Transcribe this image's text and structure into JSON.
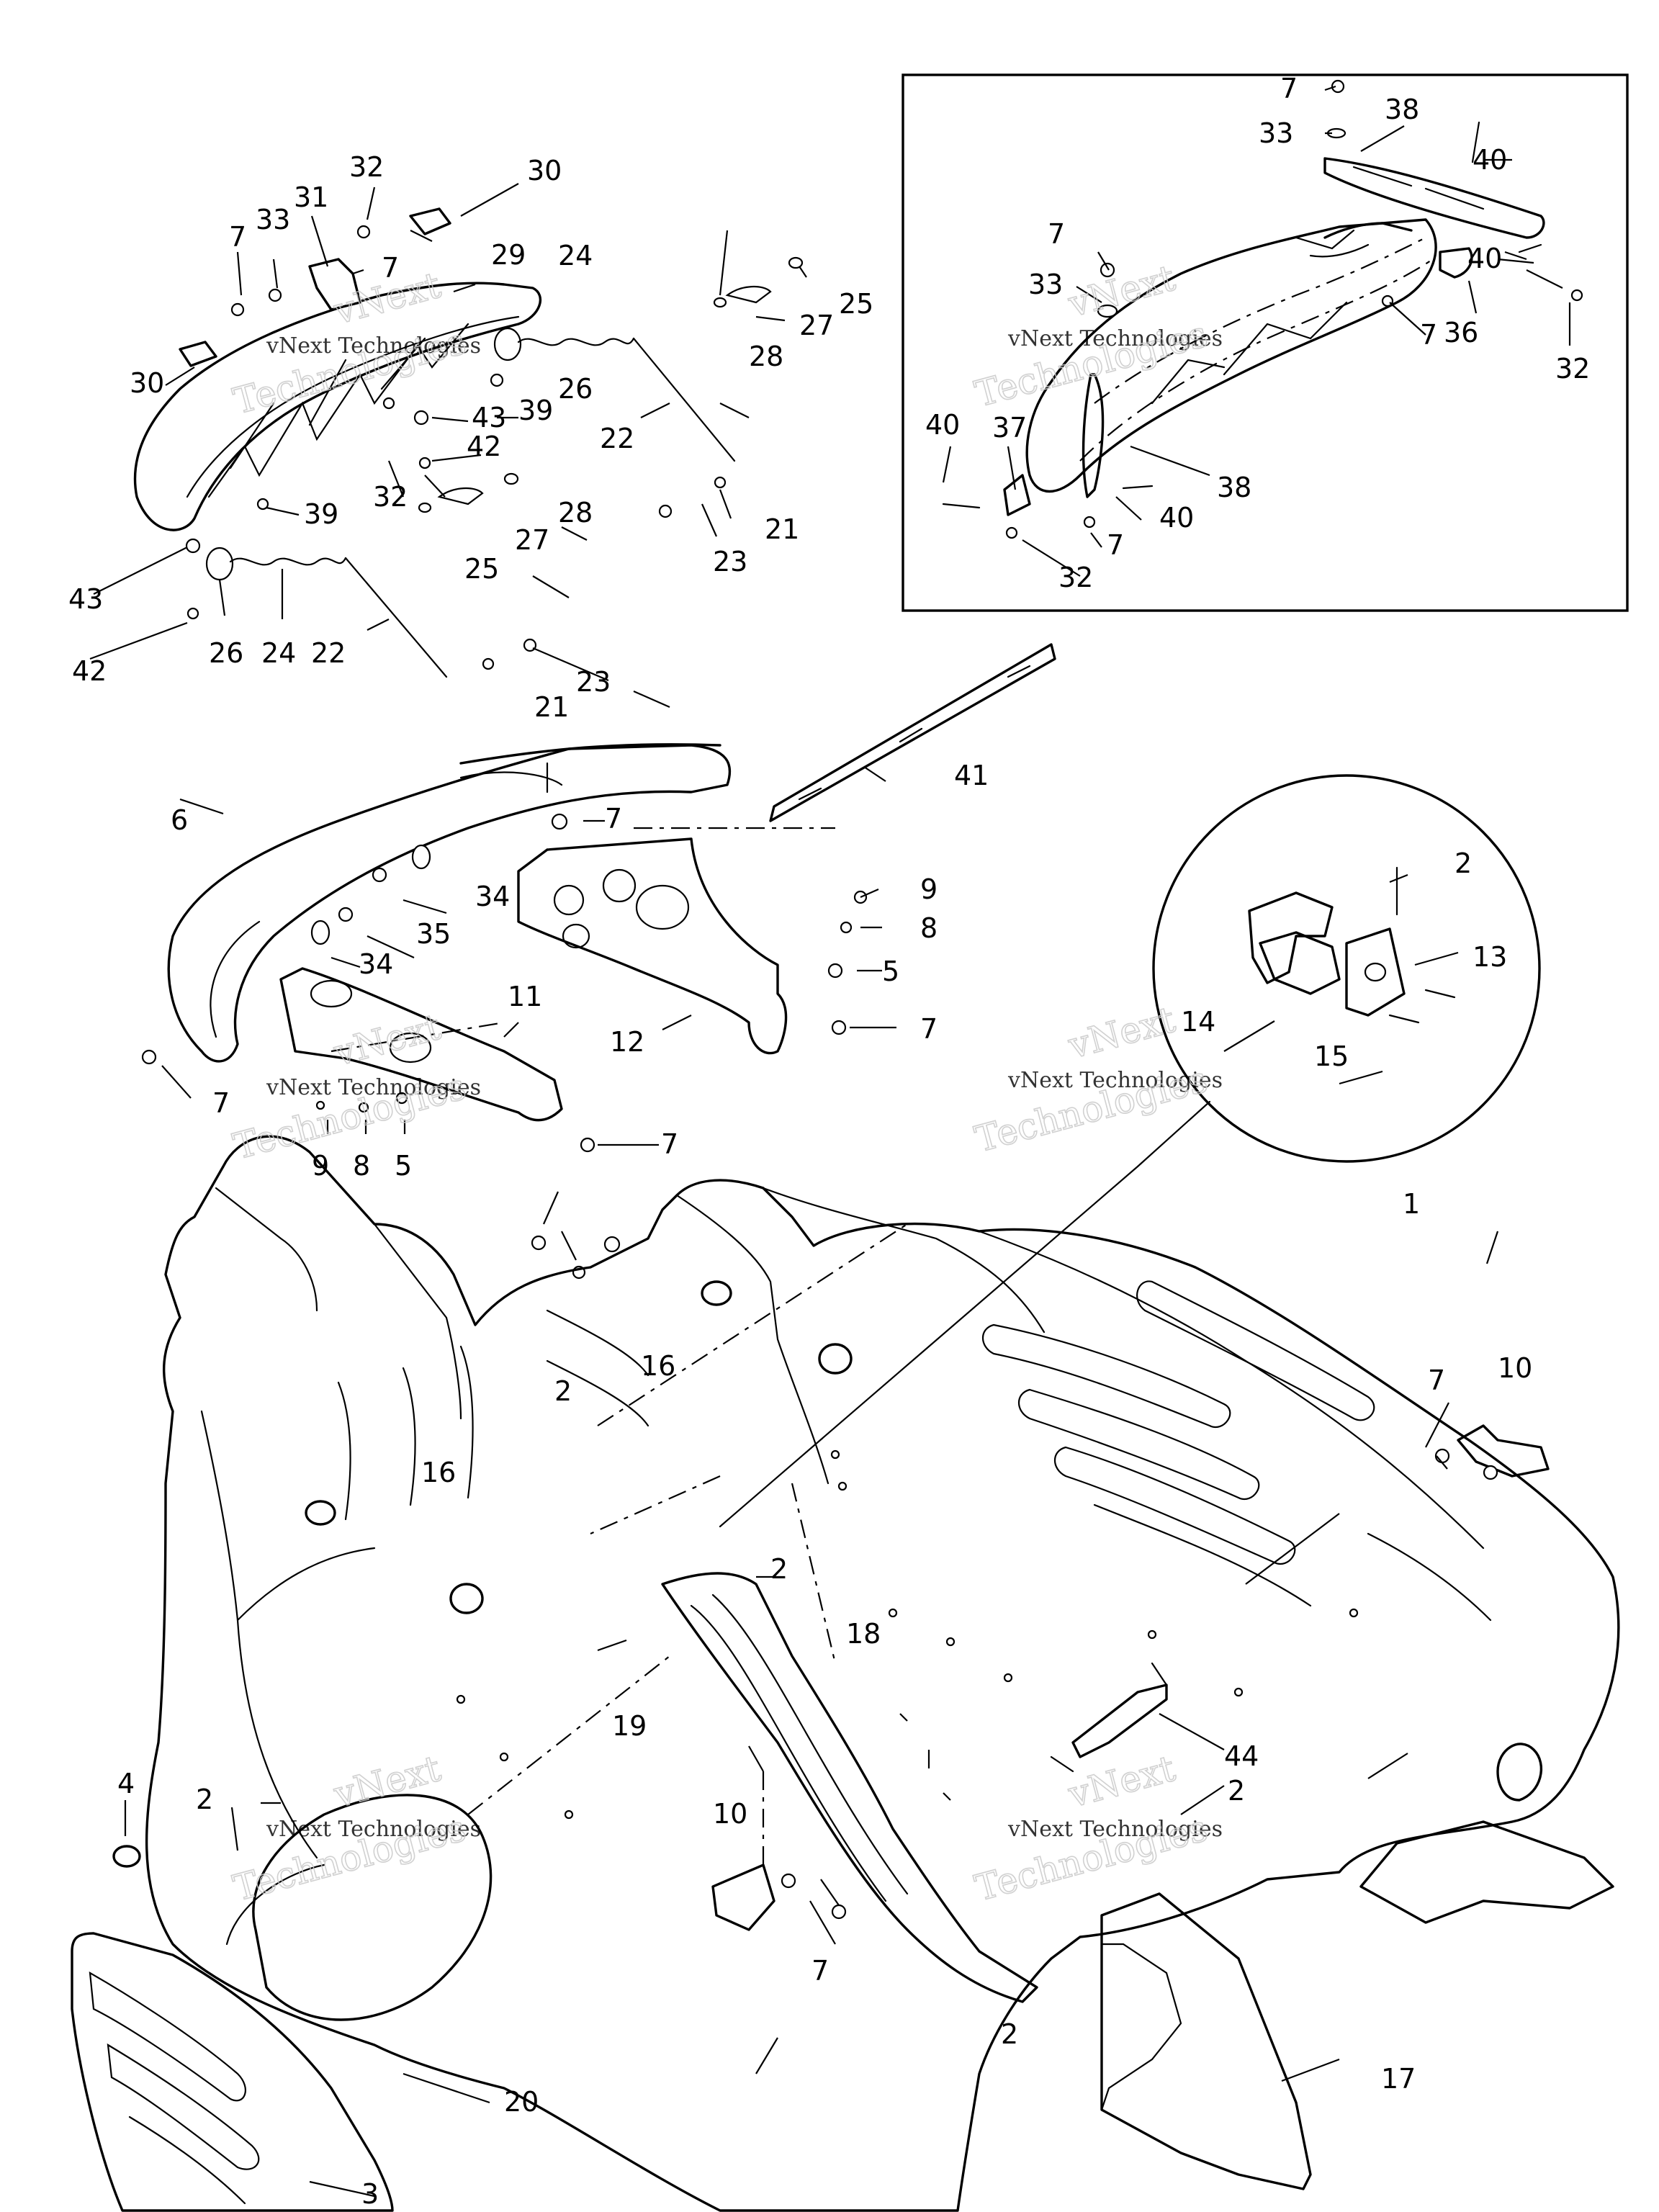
{
  "diagram": {
    "watermark": [
      "vNext",
      "vNext Technologies",
      "Technologies"
    ],
    "callouts": [
      {
        "label": "1"
      },
      {
        "label": "2"
      },
      {
        "label": "2"
      },
      {
        "label": "2"
      },
      {
        "label": "2"
      },
      {
        "label": "2"
      },
      {
        "label": "2"
      },
      {
        "label": "3"
      },
      {
        "label": "4"
      },
      {
        "label": "5"
      },
      {
        "label": "5"
      },
      {
        "label": "6"
      },
      {
        "label": "7"
      },
      {
        "label": "7"
      },
      {
        "label": "7"
      },
      {
        "label": "7"
      },
      {
        "label": "7"
      },
      {
        "label": "7"
      },
      {
        "label": "7"
      },
      {
        "label": "7"
      },
      {
        "label": "7"
      },
      {
        "label": "7"
      },
      {
        "label": "7"
      },
      {
        "label": "7"
      },
      {
        "label": "8"
      },
      {
        "label": "8"
      },
      {
        "label": "9"
      },
      {
        "label": "9"
      },
      {
        "label": "10"
      },
      {
        "label": "10"
      },
      {
        "label": "11"
      },
      {
        "label": "12"
      },
      {
        "label": "13"
      },
      {
        "label": "14"
      },
      {
        "label": "15"
      },
      {
        "label": "16"
      },
      {
        "label": "16"
      },
      {
        "label": "17"
      },
      {
        "label": "18"
      },
      {
        "label": "19"
      },
      {
        "label": "20"
      },
      {
        "label": "21"
      },
      {
        "label": "21"
      },
      {
        "label": "22"
      },
      {
        "label": "22"
      },
      {
        "label": "23"
      },
      {
        "label": "23"
      },
      {
        "label": "24"
      },
      {
        "label": "24"
      },
      {
        "label": "25"
      },
      {
        "label": "25"
      },
      {
        "label": "26"
      },
      {
        "label": "26"
      },
      {
        "label": "27"
      },
      {
        "label": "27"
      },
      {
        "label": "28"
      },
      {
        "label": "28"
      },
      {
        "label": "29"
      },
      {
        "label": "30"
      },
      {
        "label": "30"
      },
      {
        "label": "31"
      },
      {
        "label": "32"
      },
      {
        "label": "32"
      },
      {
        "label": "32"
      },
      {
        "label": "32"
      },
      {
        "label": "33"
      },
      {
        "label": "33"
      },
      {
        "label": "33"
      },
      {
        "label": "34"
      },
      {
        "label": "34"
      },
      {
        "label": "35"
      },
      {
        "label": "36"
      },
      {
        "label": "37"
      },
      {
        "label": "38"
      },
      {
        "label": "38"
      },
      {
        "label": "39"
      },
      {
        "label": "39"
      },
      {
        "label": "40"
      },
      {
        "label": "40"
      },
      {
        "label": "40"
      },
      {
        "label": "40"
      },
      {
        "label": "41"
      },
      {
        "label": "42"
      },
      {
        "label": "42"
      },
      {
        "label": "43"
      },
      {
        "label": "43"
      },
      {
        "label": "44"
      }
    ]
  }
}
